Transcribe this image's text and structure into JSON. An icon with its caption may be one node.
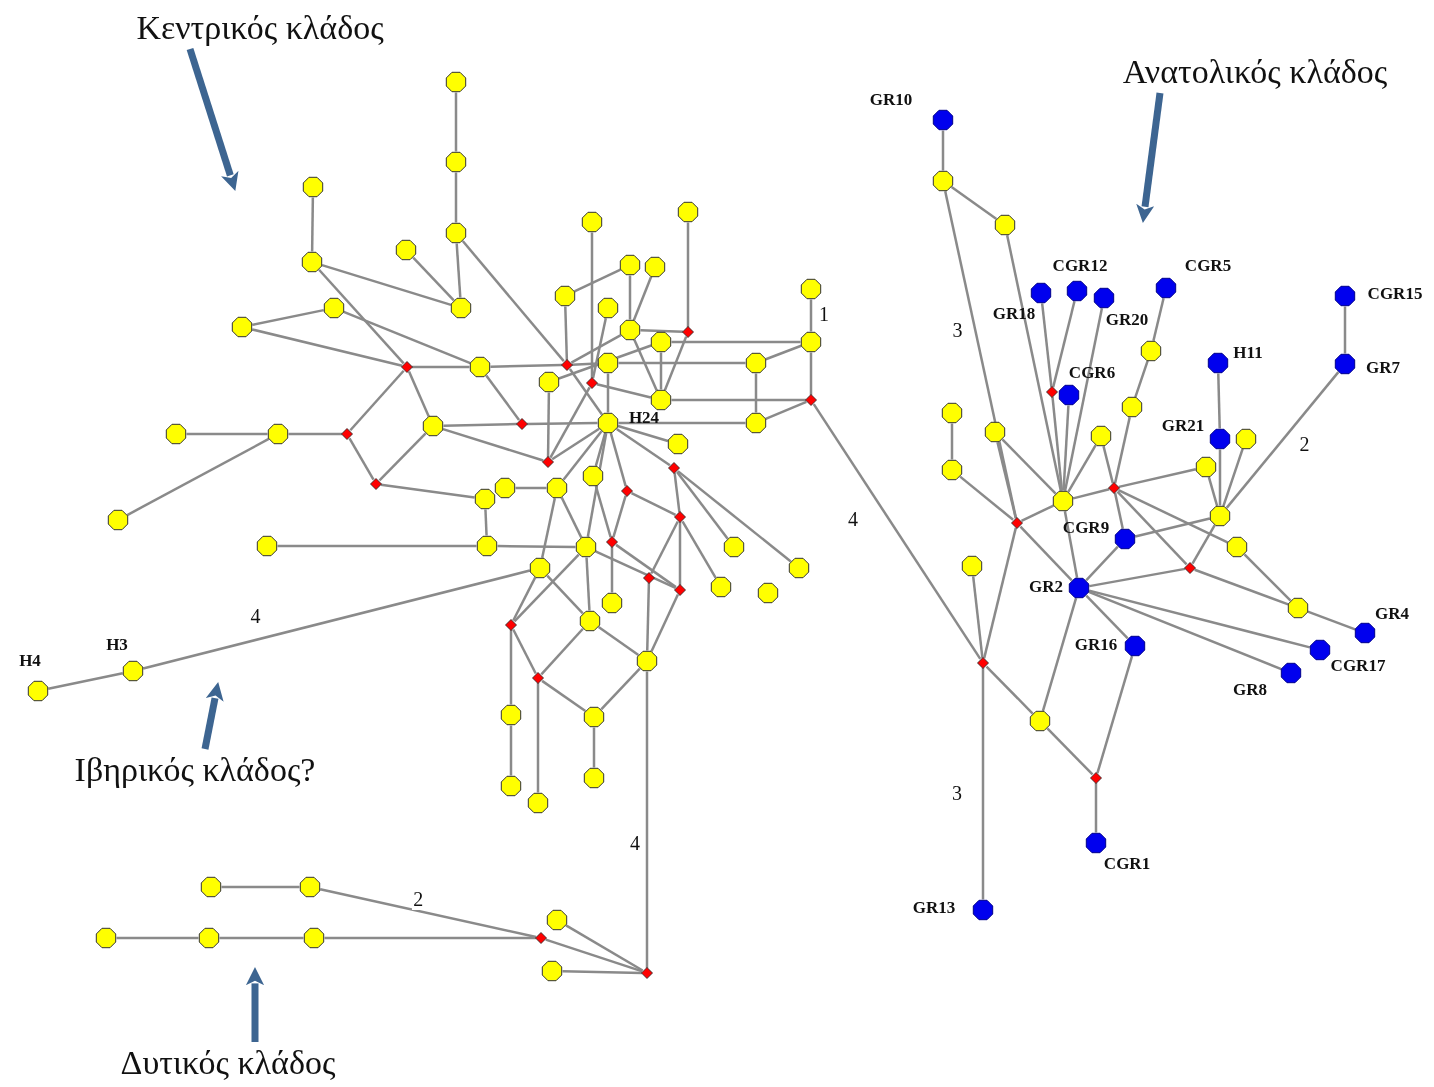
{
  "diagram": {
    "nodes": [
      {
        "text": [
          "Κεντρικός κλάδος"
        ]
      },
      {
        "text": [
          "Ανατολικός κλάδος"
        ]
      },
      {
        "text": [
          "Ιβηρικός κλάδος?"
        ]
      },
      {
        "text": [
          "Δυτικός κλάδος"
        ]
      },
      {
        "text": [],
        "shape": "circle"
      },
      {
        "text": [],
        "shape": "circle"
      },
      {
        "text": [],
        "shape": "circle"
      },
      {
        "text": [],
        "shape": "circle"
      },
      {
        "text": [],
        "shape": "circle"
      },
      {
        "text": [],
        "shape": "circle"
      },
      {
        "text": [],
        "shape": "circle"
      },
      {
        "text": [],
        "shape": "circle"
      },
      {
        "text": [],
        "shape": "circle"
      },
      {
        "text": [],
        "shape": "diamond"
      },
      {
        "text": [],
        "shape": "circle"
      },
      {
        "text": [],
        "shape": "diamond"
      },
      {
        "text": [],
        "shape": "circle"
      },
      {
        "text": [],
        "shape": "circle"
      },
      {
        "text": [],
        "shape": "circle"
      },
      {
        "text": [],
        "shape": "circle"
      },
      {
        "text": [],
        "shape": "circle"
      },
      {
        "text": [],
        "shape": "circle"
      },
      {
        "text": [],
        "shape": "circle"
      },
      {
        "text": [],
        "shape": "circle"
      },
      {
        "text": [],
        "shape": "diamond"
      },
      {
        "text": [],
        "shape": "circle"
      },
      {
        "text": [],
        "shape": "circle"
      },
      {
        "text": [],
        "shape": "circle"
      },
      {
        "text": [],
        "shape": "circle"
      },
      {
        "text": [],
        "shape": "circle"
      },
      {
        "text": [],
        "shape": "diamond"
      },
      {
        "text": [],
        "shape": "circle"
      },
      {
        "text": [],
        "shape": "diamond"
      },
      {
        "text": [],
        "shape": "diamond"
      },
      {
        "text": [],
        "shape": "circle",
        "beside": [
          "H24"
        ]
      },
      {
        "text": [],
        "shape": "circle"
      },
      {
        "text": [],
        "shape": "circle"
      },
      {
        "text": [],
        "shape": "diamond"
      },
      {
        "text": [],
        "shape": "circle"
      },
      {
        "text": [],
        "shape": "circle"
      },
      {
        "text": [],
        "shape": "circle"
      },
      {
        "text": [],
        "shape": "diamond"
      },
      {
        "text": [],
        "shape": "diamond"
      },
      {
        "text": [],
        "shape": "circle"
      },
      {
        "text": [],
        "shape": "diamond"
      },
      {
        "text": [],
        "shape": "circle"
      },
      {
        "text": [],
        "shape": "circle"
      },
      {
        "text": [],
        "shape": "diamond"
      },
      {
        "text": [],
        "shape": "circle"
      },
      {
        "text": [],
        "shape": "diamond"
      },
      {
        "text": [],
        "shape": "circle"
      },
      {
        "text": [],
        "shape": "diamond"
      },
      {
        "text": [],
        "shape": "circle"
      },
      {
        "text": [],
        "shape": "circle"
      },
      {
        "text": [],
        "shape": "circle"
      },
      {
        "text": [],
        "shape": "circle"
      },
      {
        "text": [],
        "shape": "circle"
      },
      {
        "text": [],
        "shape": "circle"
      },
      {
        "text": [],
        "shape": "diamond"
      },
      {
        "text": [],
        "shape": "diamond"
      },
      {
        "text": [],
        "shape": "circle"
      },
      {
        "text": [],
        "shape": "circle"
      },
      {
        "text": [],
        "shape": "circle"
      },
      {
        "text": [],
        "shape": "circle"
      },
      {
        "text": [],
        "shape": "diamond"
      },
      {
        "text": [],
        "shape": "circle"
      },
      {
        "text": [],
        "shape": "circle",
        "beside": [
          "H3"
        ]
      },
      {
        "text": [],
        "shape": "circle",
        "beside": [
          "H4"
        ]
      },
      {
        "text": [],
        "shape": "diamond"
      },
      {
        "text": [],
        "shape": "circle"
      },
      {
        "text": [],
        "shape": "circle"
      },
      {
        "text": [],
        "shape": "circle"
      },
      {
        "text": [],
        "shape": "circle"
      },
      {
        "text": [],
        "shape": "circle"
      },
      {
        "text": [],
        "shape": "circle"
      },
      {
        "text": [],
        "shape": "circle"
      },
      {
        "text": [],
        "shape": "circle"
      },
      {
        "text": [],
        "shape": "circle"
      },
      {
        "text": [],
        "shape": "circle"
      },
      {
        "text": [],
        "shape": "circle"
      },
      {
        "text": [],
        "shape": "diamond"
      },
      {
        "text": [],
        "shape": "circle"
      },
      {
        "text": [],
        "shape": "diamond"
      },
      {
        "text": [],
        "shape": "circle",
        "beside": [
          "GR10"
        ]
      },
      {
        "text": [],
        "shape": "circle"
      },
      {
        "text": [],
        "shape": "circle"
      },
      {
        "text": [],
        "shape": "circle",
        "beside": [
          "CGR5"
        ]
      },
      {
        "text": [],
        "shape": "circle",
        "beside": [
          "CGR12"
        ]
      },
      {
        "text": [],
        "shape": "circle",
        "beside": [
          "GR18"
        ]
      },
      {
        "text": [],
        "shape": "circle",
        "beside": [
          "CGR15"
        ]
      },
      {
        "text": [],
        "shape": "circle",
        "beside": [
          "GR20"
        ]
      },
      {
        "text": [],
        "shape": "circle"
      },
      {
        "text": [],
        "shape": "circle",
        "beside": [
          "H11"
        ]
      },
      {
        "text": [],
        "shape": "circle",
        "beside": [
          "GR7"
        ]
      },
      {
        "text": [],
        "shape": "diamond"
      },
      {
        "text": [],
        "shape": "circle",
        "beside": [
          "CGR6"
        ]
      },
      {
        "text": [],
        "shape": "circle"
      },
      {
        "text": [],
        "shape": "circle"
      },
      {
        "text": [],
        "shape": "circle"
      },
      {
        "text": [],
        "shape": "circle"
      },
      {
        "text": [],
        "shape": "circle",
        "beside": [
          "GR21"
        ]
      },
      {
        "text": [],
        "shape": "circle"
      },
      {
        "text": [],
        "shape": "circle"
      },
      {
        "text": [],
        "shape": "circle"
      },
      {
        "text": [],
        "shape": "diamond"
      },
      {
        "text": [],
        "shape": "circle"
      },
      {
        "text": [],
        "shape": "circle"
      },
      {
        "text": [],
        "shape": "diamond"
      },
      {
        "text": [],
        "shape": "circle",
        "beside": [
          "CGR9"
        ]
      },
      {
        "text": [],
        "shape": "circle"
      },
      {
        "text": [],
        "shape": "circle"
      },
      {
        "text": [],
        "shape": "diamond"
      },
      {
        "text": [],
        "shape": "circle",
        "beside": [
          "GR2"
        ]
      },
      {
        "text": [],
        "shape": "circle"
      },
      {
        "text": [],
        "shape": "circle",
        "beside": [
          "GR4"
        ]
      },
      {
        "text": [],
        "shape": "circle",
        "beside": [
          "GR16"
        ]
      },
      {
        "text": [],
        "shape": "circle",
        "beside": [
          "CGR17"
        ]
      },
      {
        "text": [],
        "shape": "diamond"
      },
      {
        "text": [],
        "shape": "circle",
        "beside": [
          "GR8"
        ]
      },
      {
        "text": [],
        "shape": "circle"
      },
      {
        "text": [],
        "shape": "diamond"
      },
      {
        "text": [],
        "shape": "circle",
        "beside": [
          "CGR1"
        ]
      },
      {
        "text": [],
        "shape": "circle",
        "beside": [
          "GR13"
        ]
      }
    ],
    "edges": [
      {
        "from": 0,
        "to": null,
        "arrow": "to",
        "style": "thick",
        "color": "#3d6591"
      },
      {
        "from": 1,
        "to": null,
        "arrow": "to",
        "style": "thick",
        "color": "#3d6591"
      },
      {
        "from": 2,
        "to": null,
        "arrow": "to",
        "style": "thick",
        "color": "#3d6591"
      },
      {
        "from": 3,
        "to": null,
        "arrow": "to",
        "style": "thick",
        "color": "#3d6591"
      },
      {
        "from": 4,
        "to": 5,
        "arrow": "none"
      },
      {
        "from": 5,
        "to": 6,
        "arrow": "none"
      },
      {
        "from": 6,
        "to": 7,
        "arrow": "none"
      },
      {
        "from": 8,
        "to": 7,
        "arrow": "none"
      },
      {
        "from": 10,
        "to": 7,
        "arrow": "none"
      },
      {
        "from": 9,
        "to": 10,
        "arrow": "none"
      },
      {
        "from": 6,
        "to": 15,
        "arrow": "none"
      },
      {
        "from": 15,
        "to": 34,
        "arrow": "none"
      },
      {
        "from": 10,
        "to": 13,
        "arrow": "none"
      },
      {
        "from": 12,
        "to": 11,
        "arrow": "none"
      },
      {
        "from": 12,
        "to": 13,
        "arrow": "none"
      },
      {
        "from": 11,
        "to": 14,
        "arrow": "none"
      },
      {
        "from": 13,
        "to": 14,
        "arrow": "none"
      },
      {
        "from": 14,
        "to": 15,
        "arrow": "none"
      },
      {
        "from": 14,
        "to": 33,
        "arrow": "none"
      },
      {
        "from": 13,
        "to": 37,
        "arrow": "none"
      },
      {
        "from": 13,
        "to": 36,
        "arrow": "none"
      },
      {
        "from": 37,
        "to": 38,
        "arrow": "none"
      },
      {
        "from": 38,
        "to": 39,
        "arrow": "none"
      },
      {
        "from": 38,
        "to": 50,
        "arrow": "none"
      },
      {
        "from": 37,
        "to": 44,
        "arrow": "none"
      },
      {
        "from": 44,
        "to": 36,
        "arrow": "none"
      },
      {
        "from": 36,
        "to": 33,
        "arrow": "none"
      },
      {
        "from": 33,
        "to": 34,
        "arrow": "none"
      },
      {
        "from": 36,
        "to": 41,
        "arrow": "none"
      },
      {
        "from": 41,
        "to": 29,
        "arrow": "none"
      },
      {
        "from": 41,
        "to": 34,
        "arrow": "none"
      },
      {
        "from": 41,
        "to": 30,
        "arrow": "none"
      },
      {
        "from": 30,
        "to": 21,
        "arrow": "none"
      },
      {
        "from": 30,
        "to": 16,
        "arrow": "none"
      },
      {
        "from": 30,
        "to": 31,
        "arrow": "none"
      },
      {
        "from": 17,
        "to": 24,
        "arrow": "none"
      },
      {
        "from": 19,
        "to": 18,
        "arrow": "none"
      },
      {
        "from": 19,
        "to": 23,
        "arrow": "none"
      },
      {
        "from": 20,
        "to": 23,
        "arrow": "none"
      },
      {
        "from": 23,
        "to": 31,
        "arrow": "none"
      },
      {
        "from": 18,
        "to": 15,
        "arrow": "none"
      },
      {
        "from": 15,
        "to": 23,
        "arrow": "none"
      },
      {
        "from": 15,
        "to": 27,
        "arrow": "none"
      },
      {
        "from": 27,
        "to": 28,
        "arrow": "none"
      },
      {
        "from": 27,
        "to": 34,
        "arrow": "none"
      },
      {
        "from": 29,
        "to": 25,
        "arrow": "none"
      },
      {
        "from": 25,
        "to": 26,
        "arrow": "none"
      },
      {
        "from": 25,
        "to": 31,
        "arrow": "none"
      },
      {
        "from": 24,
        "to": 23,
        "arrow": "none"
      },
      {
        "from": 24,
        "to": 31,
        "arrow": "none"
      },
      {
        "from": 22,
        "to": 26,
        "arrow": "none",
        "label": "1"
      },
      {
        "from": 26,
        "to": 28,
        "arrow": "none"
      },
      {
        "from": 26,
        "to": 32,
        "arrow": "none"
      },
      {
        "from": 31,
        "to": 32,
        "arrow": "none"
      },
      {
        "from": 28,
        "to": 35,
        "arrow": "none"
      },
      {
        "from": 35,
        "to": 32,
        "arrow": "none"
      },
      {
        "from": 34,
        "to": 35,
        "arrow": "none"
      },
      {
        "from": 32,
        "to": 117,
        "arrow": "none",
        "label": "4"
      },
      {
        "from": 34,
        "to": 40,
        "arrow": "none"
      },
      {
        "from": 34,
        "to": 42,
        "arrow": "none"
      },
      {
        "from": 42,
        "to": 57,
        "arrow": "none"
      },
      {
        "from": 42,
        "to": 55,
        "arrow": "none"
      },
      {
        "from": 42,
        "to": 49,
        "arrow": "none"
      },
      {
        "from": 49,
        "to": 60,
        "arrow": "none"
      },
      {
        "from": 49,
        "to": 47,
        "arrow": "none"
      },
      {
        "from": 49,
        "to": 58,
        "arrow": "none"
      },
      {
        "from": 49,
        "to": 59,
        "arrow": "none"
      },
      {
        "from": 34,
        "to": 47,
        "arrow": "none"
      },
      {
        "from": 47,
        "to": 51,
        "arrow": "none"
      },
      {
        "from": 51,
        "to": 62,
        "arrow": "none"
      },
      {
        "from": 51,
        "to": 59,
        "arrow": "none"
      },
      {
        "from": 34,
        "to": 43,
        "arrow": "none"
      },
      {
        "from": 34,
        "to": 46,
        "arrow": "none"
      },
      {
        "from": 45,
        "to": 46,
        "arrow": "none"
      },
      {
        "from": 44,
        "to": 48,
        "arrow": "none"
      },
      {
        "from": 48,
        "to": 53,
        "arrow": "none"
      },
      {
        "from": 52,
        "to": 53,
        "arrow": "none"
      },
      {
        "from": 53,
        "to": 54,
        "arrow": "none"
      },
      {
        "from": 46,
        "to": 54,
        "arrow": "none"
      },
      {
        "from": 46,
        "to": 56,
        "arrow": "none"
      },
      {
        "from": 43,
        "to": 51,
        "arrow": "none"
      },
      {
        "from": 34,
        "to": 54,
        "arrow": "none"
      },
      {
        "from": 56,
        "to": 66,
        "arrow": "none",
        "label": "4"
      },
      {
        "from": 66,
        "to": 67,
        "arrow": "none"
      },
      {
        "from": 56,
        "to": 64,
        "arrow": "none"
      },
      {
        "from": 56,
        "to": 63,
        "arrow": "none"
      },
      {
        "from": 64,
        "to": 69,
        "arrow": "none"
      },
      {
        "from": 69,
        "to": 72,
        "arrow": "none"
      },
      {
        "from": 64,
        "to": 68,
        "arrow": "none"
      },
      {
        "from": 68,
        "to": 73,
        "arrow": "none"
      },
      {
        "from": 68,
        "to": 63,
        "arrow": "none"
      },
      {
        "from": 68,
        "to": 70,
        "arrow": "none"
      },
      {
        "from": 70,
        "to": 71,
        "arrow": "none"
      },
      {
        "from": 70,
        "to": 65,
        "arrow": "none"
      },
      {
        "from": 63,
        "to": 65,
        "arrow": "none"
      },
      {
        "from": 65,
        "to": 59,
        "arrow": "none"
      },
      {
        "from": 65,
        "to": 58,
        "arrow": "none"
      },
      {
        "from": 65,
        "to": 82,
        "arrow": "none",
        "label": "4"
      },
      {
        "from": 63,
        "to": 54,
        "arrow": "none"
      },
      {
        "from": 64,
        "to": 54,
        "arrow": "none"
      },
      {
        "from": 54,
        "to": 59,
        "arrow": "none"
      },
      {
        "from": 74,
        "to": 75,
        "arrow": "none"
      },
      {
        "from": 75,
        "to": 80,
        "arrow": "none",
        "label": "2"
      },
      {
        "from": 77,
        "to": 78,
        "arrow": "none"
      },
      {
        "from": 78,
        "to": 79,
        "arrow": "none"
      },
      {
        "from": 79,
        "to": 80,
        "arrow": "none"
      },
      {
        "from": 80,
        "to": 82,
        "arrow": "none"
      },
      {
        "from": 76,
        "to": 82,
        "arrow": "none"
      },
      {
        "from": 81,
        "to": 82,
        "arrow": "none"
      },
      {
        "from": 83,
        "to": 84,
        "arrow": "none"
      },
      {
        "from": 84,
        "to": 85,
        "arrow": "none"
      },
      {
        "from": 84,
        "to": 107,
        "arrow": "none",
        "label": "3"
      },
      {
        "from": 85,
        "to": 105,
        "arrow": "none"
      },
      {
        "from": 88,
        "to": 94,
        "arrow": "none"
      },
      {
        "from": 87,
        "to": 94,
        "arrow": "none"
      },
      {
        "from": 94,
        "to": 105,
        "arrow": "none"
      },
      {
        "from": 90,
        "to": 105,
        "arrow": "none"
      },
      {
        "from": 95,
        "to": 105,
        "arrow": "none"
      },
      {
        "from": 86,
        "to": 91,
        "arrow": "none"
      },
      {
        "from": 91,
        "to": 96,
        "arrow": "none"
      },
      {
        "from": 96,
        "to": 104,
        "arrow": "none"
      },
      {
        "from": 99,
        "to": 105,
        "arrow": "none"
      },
      {
        "from": 99,
        "to": 104,
        "arrow": "none"
      },
      {
        "from": 98,
        "to": 105,
        "arrow": "none"
      },
      {
        "from": 98,
        "to": 107,
        "arrow": "none"
      },
      {
        "from": 97,
        "to": 103,
        "arrow": "none"
      },
      {
        "from": 103,
        "to": 107,
        "arrow": "none"
      },
      {
        "from": 107,
        "to": 105,
        "arrow": "none"
      },
      {
        "from": 105,
        "to": 104,
        "arrow": "none"
      },
      {
        "from": 104,
        "to": 102,
        "arrow": "none"
      },
      {
        "from": 92,
        "to": 100,
        "arrow": "none"
      },
      {
        "from": 100,
        "to": 106,
        "arrow": "none"
      },
      {
        "from": 101,
        "to": 106,
        "arrow": "none"
      },
      {
        "from": 102,
        "to": 106,
        "arrow": "none"
      },
      {
        "from": 93,
        "to": 106,
        "arrow": "none",
        "label": "2"
      },
      {
        "from": 89,
        "to": 93,
        "arrow": "none"
      },
      {
        "from": 104,
        "to": 109,
        "arrow": "none"
      },
      {
        "from": 104,
        "to": 111,
        "arrow": "none"
      },
      {
        "from": 104,
        "to": 108,
        "arrow": "none"
      },
      {
        "from": 108,
        "to": 106,
        "arrow": "none"
      },
      {
        "from": 108,
        "to": 112,
        "arrow": "none"
      },
      {
        "from": 107,
        "to": 112,
        "arrow": "none"
      },
      {
        "from": 105,
        "to": 112,
        "arrow": "none"
      },
      {
        "from": 111,
        "to": 106,
        "arrow": "none"
      },
      {
        "from": 112,
        "to": 111,
        "arrow": "none"
      },
      {
        "from": 111,
        "to": 113,
        "arrow": "none"
      },
      {
        "from": 109,
        "to": 113,
        "arrow": "none"
      },
      {
        "from": 113,
        "to": 114,
        "arrow": "none"
      },
      {
        "from": 112,
        "to": 116,
        "arrow": "none"
      },
      {
        "from": 112,
        "to": 118,
        "arrow": "none"
      },
      {
        "from": 112,
        "to": 115,
        "arrow": "none"
      },
      {
        "from": 112,
        "to": 119,
        "arrow": "none"
      },
      {
        "from": 117,
        "to": 110,
        "arrow": "none"
      },
      {
        "from": 117,
        "to": 107,
        "arrow": "none"
      },
      {
        "from": 117,
        "to": 119,
        "arrow": "none"
      },
      {
        "from": 119,
        "to": 120,
        "arrow": "none"
      },
      {
        "from": 115,
        "to": 120,
        "arrow": "none"
      },
      {
        "from": 120,
        "to": 121,
        "arrow": "none"
      },
      {
        "from": 117,
        "to": 122,
        "arrow": "none",
        "label": "3"
      }
    ]
  }
}
